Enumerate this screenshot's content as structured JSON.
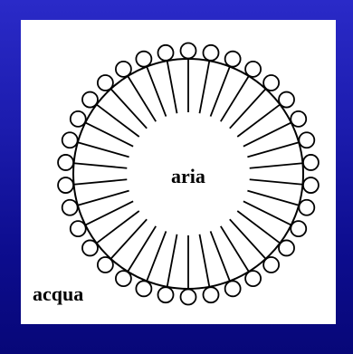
{
  "diagram": {
    "inner_label": "aria",
    "outer_label": "acqua",
    "molecule_count": 34
  },
  "colors": {
    "background_top": "#2a2ac8",
    "background_bottom": "#070778",
    "panel": "#ffffff",
    "ink": "#000000"
  }
}
